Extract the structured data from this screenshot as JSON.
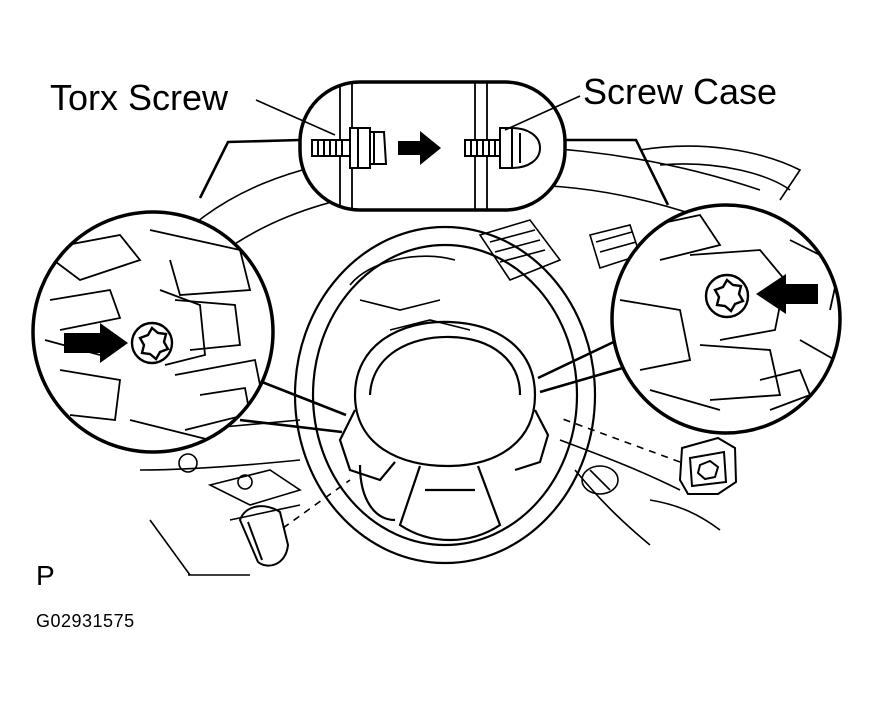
{
  "labels": {
    "torx_screw": "Torx Screw",
    "screw_case": "Screw Case"
  },
  "view_letter": "P",
  "figure_code": "G02931575"
}
